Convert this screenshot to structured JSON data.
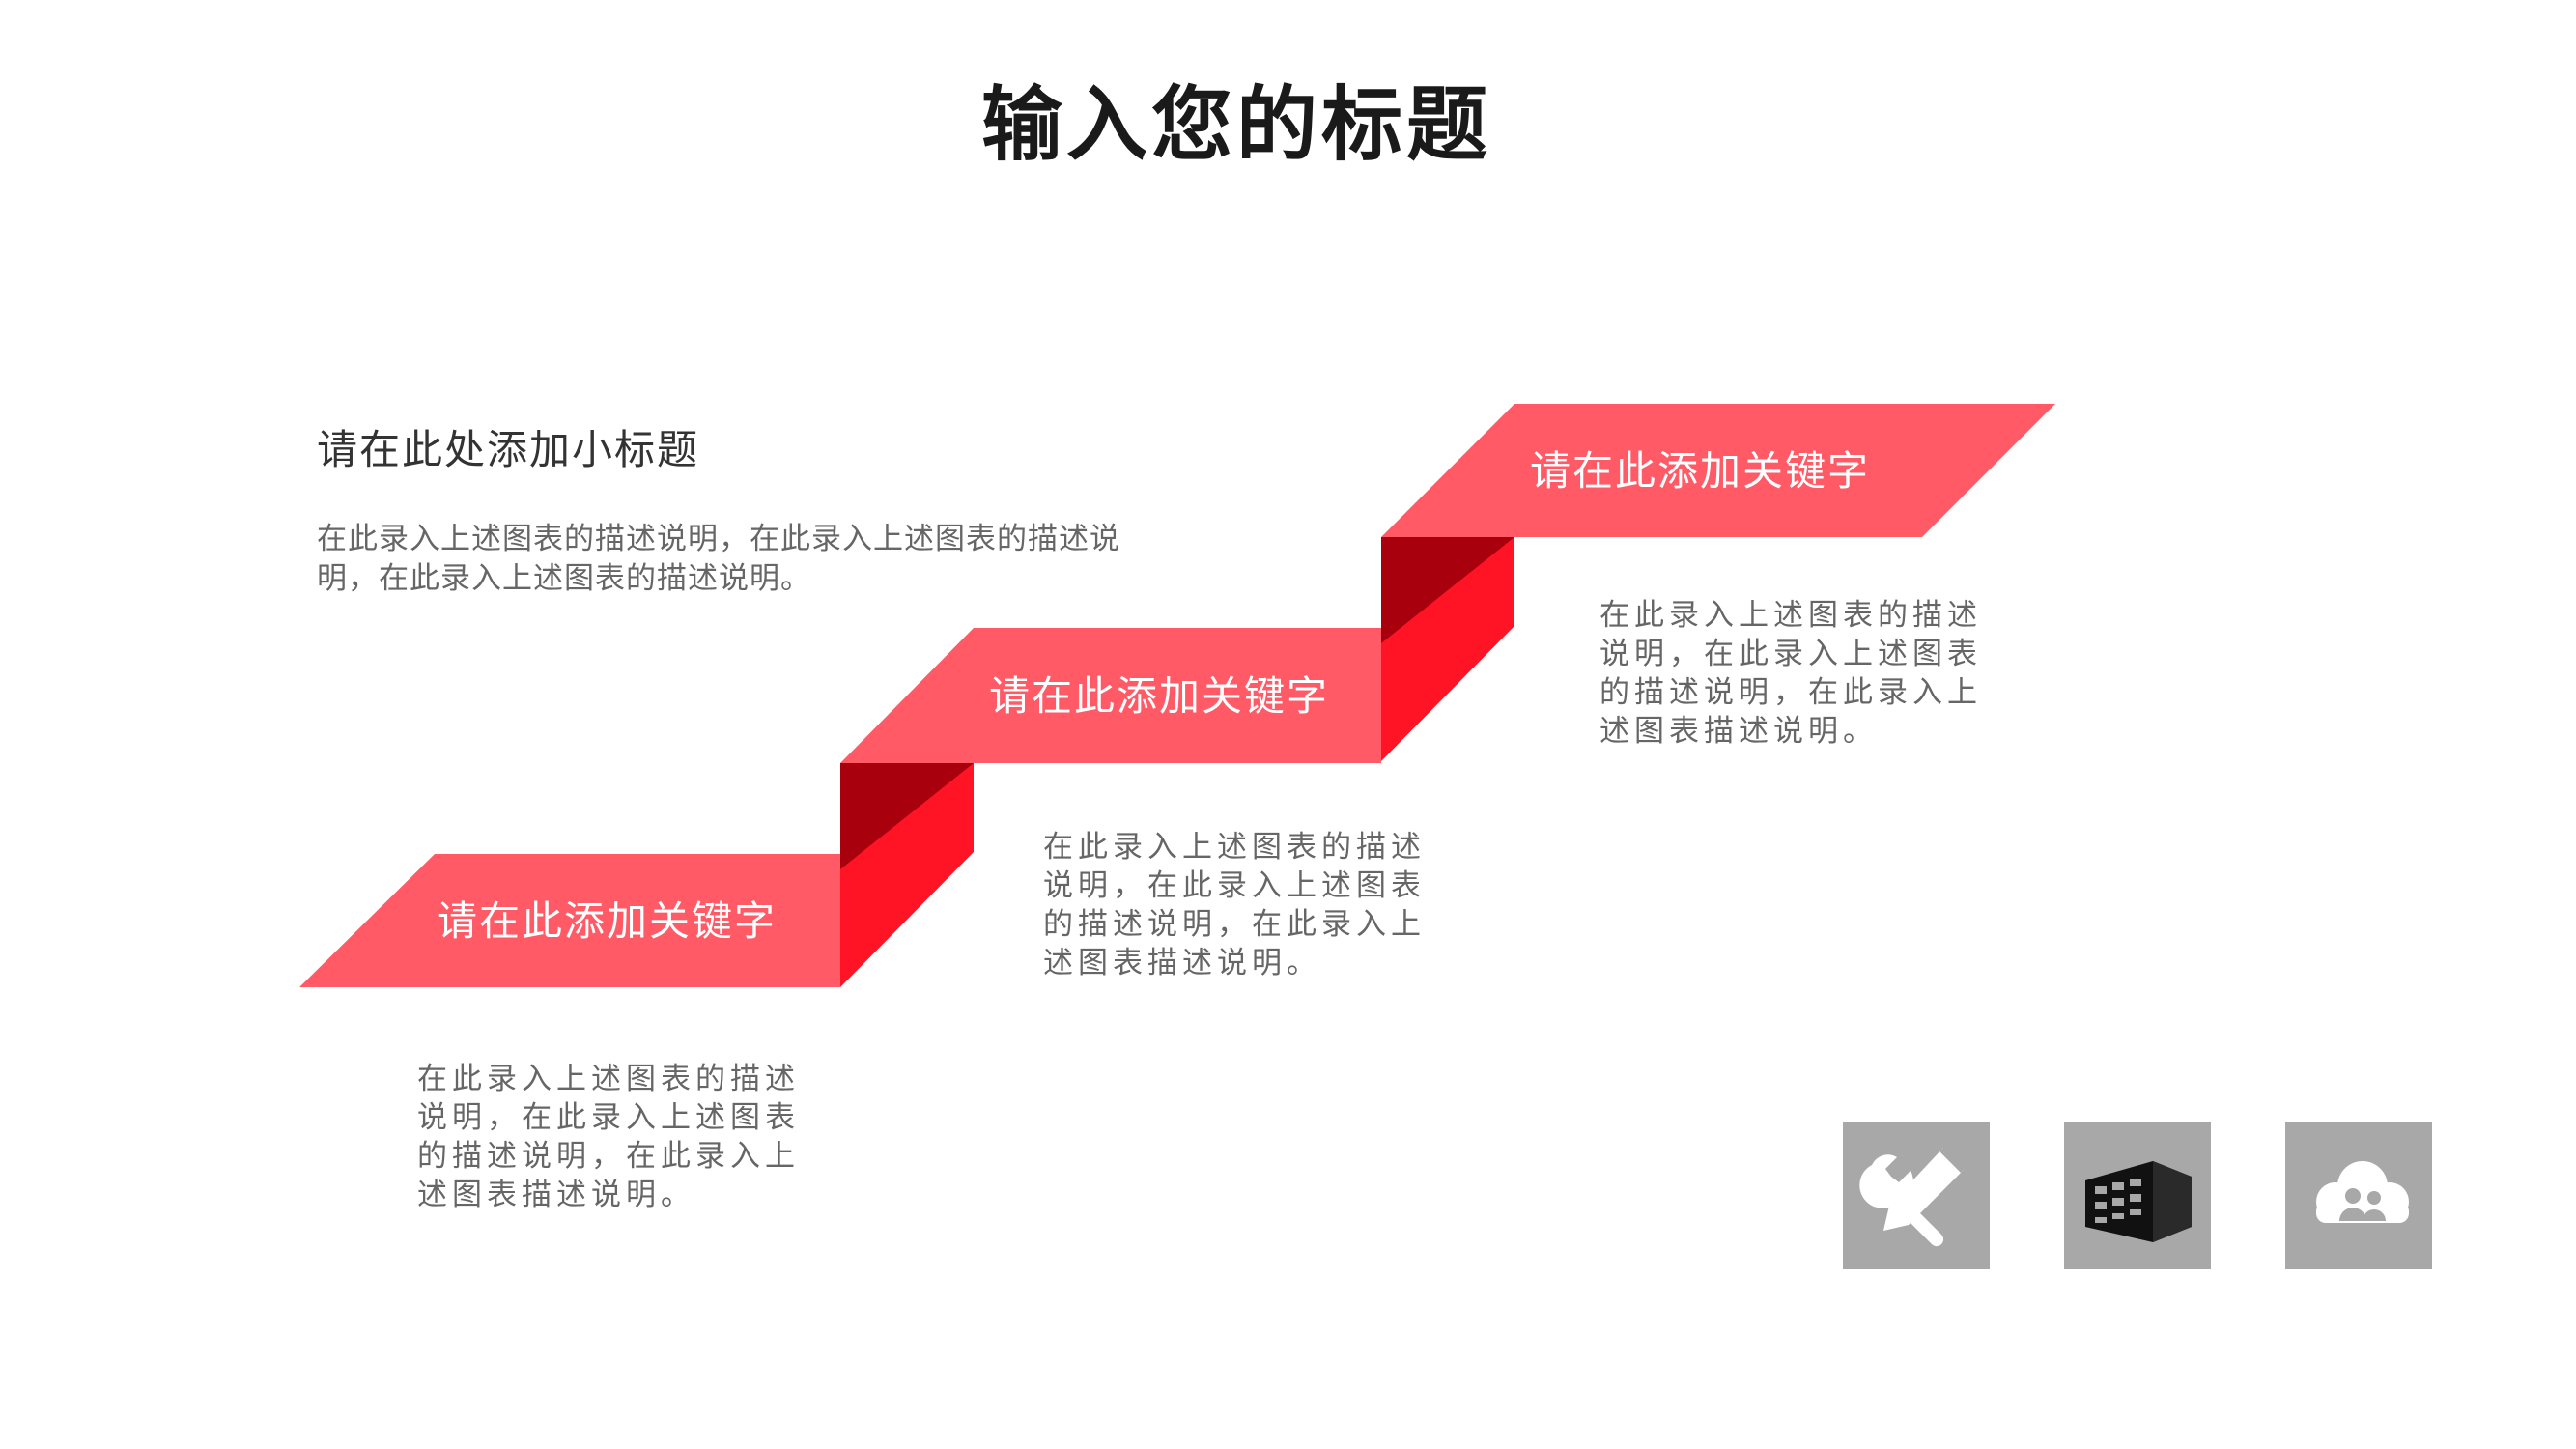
{
  "title": "输入您的标题",
  "subtitle": "请在此处添加小标题",
  "intro_text": "在此录入上述图表的描述说明，在此录入上述图表的描述说明，在此录入上述图表的描述说明。",
  "steps": [
    {
      "label": "请在此添加关键字",
      "description": [
        "在此录入上述图表的描述",
        "说明，在此录入上述图表",
        "的描述说明，在此录入上",
        "述图表描述说明。"
      ]
    },
    {
      "label": "请在此添加关键字",
      "description": [
        "在此录入上述图表的描述",
        "说明，在此录入上述图表",
        "的描述说明，在此录入上",
        "述图表描述说明。"
      ]
    },
    {
      "label": "请在此添加关键字",
      "description": [
        "在此录入上述图表的描述",
        "说明，在此录入上述图表",
        "的描述说明，在此录入上",
        "述图表描述说明。"
      ]
    }
  ],
  "icons": [
    "tools-icon",
    "building-icon",
    "cloud-people-icon"
  ],
  "colors": {
    "ribbon_face": "#ff5a66",
    "ribbon_fold_light": "#ff1425",
    "ribbon_fold_dark": "#a8000c",
    "icon_tile_bg": "#a8a8a8",
    "text_gray": "#666666"
  }
}
